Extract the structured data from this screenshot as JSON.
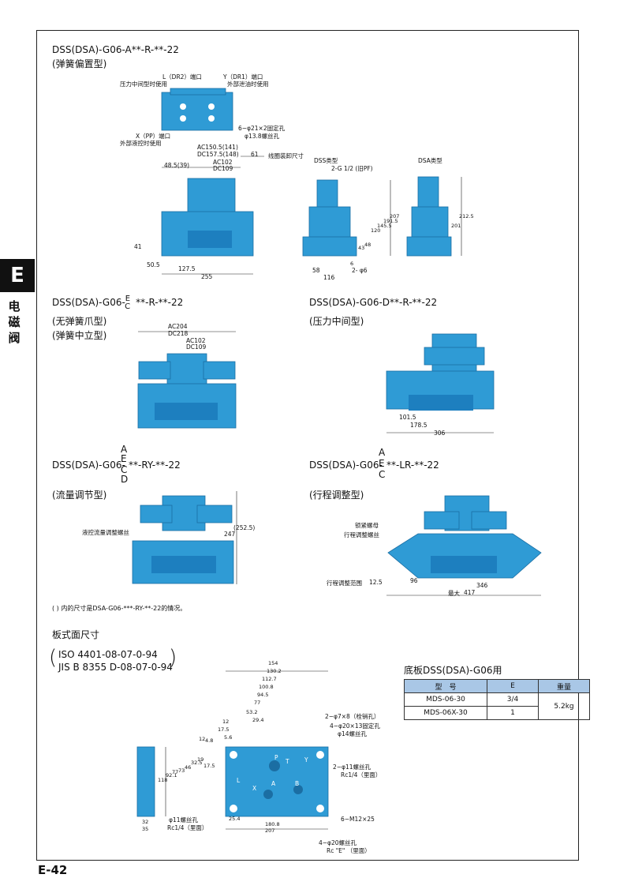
{
  "side": {
    "letter": "E",
    "label": "电磁阀"
  },
  "page_number": "E-42",
  "section1": {
    "title": "DSS(DSA)-G06-A**-R-**-22",
    "subtitle": "(弹簧偏置型)",
    "callouts": {
      "l_port": "L（DR2）端口",
      "l_port_note": "压力中间型时使用",
      "y_port": "Y（DR1）端口",
      "y_port_note": "外部泄油时使用",
      "x_port": "X（PP）端口",
      "x_port_note": "外部液控时使用",
      "fix_holes": "6−φ21×2固定孔",
      "screw_holes": "φ13.8螺丝孔",
      "coil_size": "线圈装卸尺寸"
    },
    "dims": {
      "ac1": "AC150.5(141)",
      "dc1": "DC157.5(148)",
      "ac2": "AC102",
      "dc2": "DC109",
      "d61": "61",
      "d48": "48.5(39)",
      "d41": "41",
      "d50": "50.5",
      "d127": "127.5",
      "d255": "255"
    },
    "dss_type": "DSS类型",
    "dsa_type": "DSA类型",
    "port_g": "2-G 1/2 (旧PF)",
    "side_dims": {
      "d120": "120",
      "d145": "145.5",
      "d191": "191.5",
      "d207": "207",
      "d43": "43",
      "d48": "48",
      "d6": "6",
      "d58": "58",
      "d116": "116",
      "d2phi6": "2- φ6",
      "d201": "201",
      "d212": "212.5"
    }
  },
  "section2": {
    "title_prefix": "DSS(DSA)-G06-",
    "title_e": "E",
    "title_c": "C",
    "title_suffix": "**-R-**-22",
    "subtitle1": "(无弹簧爪型)",
    "subtitle2": "(弹簧中立型)",
    "dims": {
      "ac204": "AC204",
      "dc218": "DC218",
      "ac102": "AC102",
      "dc109": "DC109"
    }
  },
  "section3": {
    "title": "DSS(DSA)-G06-D**-R-**-22",
    "subtitle": "(压力中间型)",
    "dims": {
      "d101": "101.5",
      "d178": "178.5",
      "d306": "306"
    }
  },
  "section4": {
    "title_prefix": "DSS(DSA)-G06-",
    "letters": [
      "A",
      "E",
      "C",
      "D"
    ],
    "title_suffix": "**-RY-**-22",
    "subtitle": "(流量调节型)",
    "callout": "液控流量调整螺丝",
    "dims": {
      "d247": "247",
      "d252": "(252.5)"
    }
  },
  "section5": {
    "title_prefix": "DSS(DSA)-G06-",
    "letters": [
      "A",
      "E",
      "C"
    ],
    "title_suffix": "**-LR-**-22",
    "subtitle": "(行程调整型)",
    "callouts": {
      "lock_nut": "锁紧螺母",
      "stroke_screw": "行程调整螺丝",
      "range": "行程调整范围",
      "d125": "12.5"
    },
    "dims": {
      "d96": "96",
      "d346": "346",
      "max": "最大",
      "d417": "417"
    }
  },
  "note": "(   ) 内的尺寸是DSA-G06-***-RY-**-22的情况。",
  "mount": {
    "title": "板式面尺寸",
    "iso": "ISO 4401-08-07-0-94",
    "jis": "JIS B 8355 D-08-07-0-94",
    "top_dims": [
      "154",
      "130.2",
      "112.7",
      "100.8",
      "94.5",
      "77",
      "53.2",
      "29.4",
      "12",
      "17.5",
      "5.6"
    ],
    "left_dims": [
      "118",
      "92.1",
      "77",
      "73",
      "46",
      "32.5",
      "19",
      "17.5",
      "4.8",
      "12"
    ],
    "bottom_dims": {
      "d25": "25.4",
      "d180": "180.8",
      "d207": "207",
      "d32": "32",
      "d35": "35"
    },
    "callouts": {
      "pin": "2−φ7×8（栓销孔）",
      "fix": "4−φ20×13固定孔",
      "screw14": "φ14螺丝孔",
      "p11": "2−φ11螺丝孔",
      "rc14": "Rc1/4（里面）",
      "m12": "6−M12×25",
      "p11b": "φ11螺丝孔",
      "rc14b": "Rc1/4（里面）",
      "p20": "4−φ20螺丝孔",
      "rce": "Rc \"E\" （里面）"
    },
    "ports": {
      "p": "P",
      "t": "T",
      "a": "A",
      "b": "B",
      "x": "X",
      "y": "Y",
      "l": "L"
    }
  },
  "base_table": {
    "title": "底板DSS(DSA)-G06用",
    "headers": [
      "型　号",
      "E",
      "重量"
    ],
    "rows": [
      [
        "MDS-06-30",
        "3/4",
        "5.2kg"
      ],
      [
        "MDS-06X-30",
        "1",
        ""
      ]
    ]
  },
  "colors": {
    "valve_blue": "#2f9bd5",
    "table_header": "#a9c7e6"
  }
}
